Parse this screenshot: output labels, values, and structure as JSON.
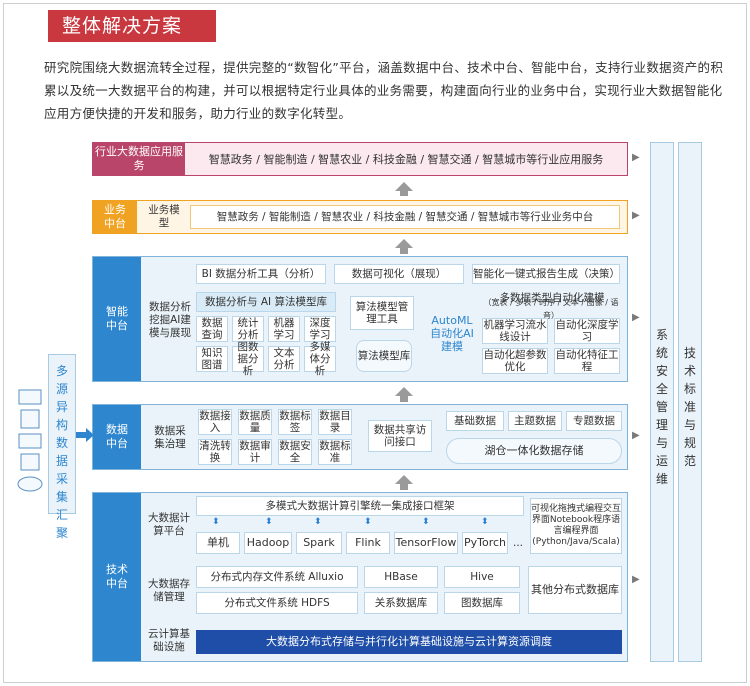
{
  "title": "整体解决方案",
  "intro": "研究院围绕大数据流转全过程，提供完整的“数智化”平台，涵盖数据中台、技术中台、智能中台，支持行业数据资产的积累以及统一大数据平台的构建，并可以根据特定行业具体的业务需要，构建面向行业的业务中台，实现行业大数据智能化应用方便快捷的开发和服务，助力行业的数字化转型。",
  "colors": {
    "title_bg": "#c9373f",
    "industry": "#b9456b",
    "business": "#f0a323",
    "blue": "#2e86cf",
    "dark_blue": "#1f4ea8"
  },
  "industry": {
    "label": "行业大数据应用服务",
    "content": "智慧政务 / 智能制造 / 智慧农业 / 科技金融 / 智慧交通 / 智慧城市等行业应用服务"
  },
  "business": {
    "label": "业务中台",
    "sub": "业务模型",
    "content": "智慧政务 / 智能制造 / 智慧农业 / 科技金融 / 智慧交通 / 智慧城市等行业业务中台"
  },
  "intelligence": {
    "label": "智能中台",
    "sub": "数据分析挖掘AI建模与展现",
    "tools": [
      "BI 数据分析工具（分析）",
      "数据可视化（展现）",
      "智能化一键式报告生成（决策）"
    ],
    "platform_title": "数据分析与 AI 算法模型库",
    "cells": [
      "数据查询",
      "统计分析",
      "机器学习",
      "深度学习",
      "知识图谱",
      "图数据分析",
      "文本分析",
      "多媒体分析"
    ],
    "algo_tool": "算法模型管理工具",
    "algo_lib": "算法模型库",
    "automl": "AutoML自动化AI 建模",
    "multi_title": "多数据类型自动化建模",
    "multi_sub": "（宽表 / 多表 / 时序 / 文本 / 图像 / 语音）",
    "auto_cells": [
      "机器学习流水线设计",
      "自动化深度学习",
      "自动化超参数优化",
      "自动化特征工程"
    ]
  },
  "data_middle": {
    "label": "数据中台",
    "sub": "数据采集治理",
    "cells": [
      "数据接入",
      "数据质量",
      "数据标签",
      "数据目录",
      "清洗转换",
      "数据审计",
      "数据安全",
      "数据标准"
    ],
    "share": "数据共享访问接口",
    "base": [
      "基础数据",
      "主题数据",
      "专题数据"
    ],
    "lake": "湖仓一体化数据存储"
  },
  "source": {
    "label": "多源异构数据采集汇聚"
  },
  "tech": {
    "label": "技术中台",
    "compute_label": "大数据计算平台",
    "engine": "多模式大数据计算引擎统一集成接口框架",
    "engines": [
      "单机",
      "Hadoop",
      "Spark",
      "Flink",
      "TensorFlow",
      "PyTorch",
      "..."
    ],
    "notebook": "可视化拖拽式编程交互界面Notebook程序语言编程界面(Python/Java/Scala)",
    "storage_label": "大数据存储管理",
    "storage": [
      "分布式内存文件系统 Alluxio",
      "HBase",
      "Hive",
      "分布式文件系统 HDFS",
      "关系数据库",
      "图数据库"
    ],
    "other_db": "其他分布式数据库",
    "cloud_label": "云计算基础设施",
    "cloud": "大数据分布式存储与并行化计算基础设施与云计算资源调度"
  },
  "side": {
    "security": "系统安全管理与运维",
    "standard": "技术标准与规范"
  }
}
